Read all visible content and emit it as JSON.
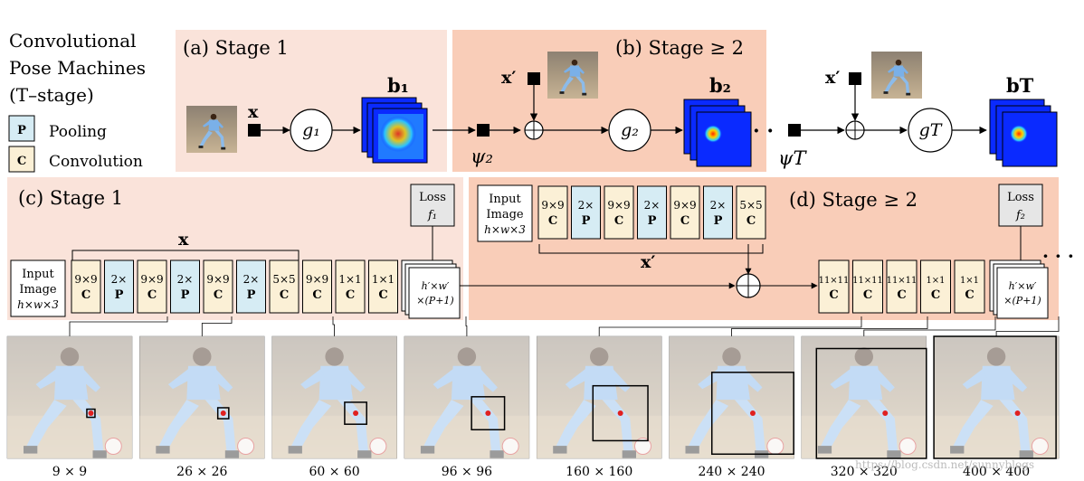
{
  "legend": {
    "title_lines": [
      "Convolutional",
      "Pose Machines",
      "(T–stage)"
    ],
    "pooling_letter": "P",
    "pooling_label": "Pooling",
    "conv_letter": "C",
    "conv_label": "Convolution"
  },
  "panel_a": {
    "title": "(a) Stage 1",
    "x_label": "x",
    "g_label": "g₁",
    "b_label": "b₁"
  },
  "panel_b": {
    "title": "(b) Stage ≥ 2",
    "xprime_label": "x′",
    "psi_label": "ψ₂",
    "g_label": "g₂",
    "b_label": "b₂",
    "dots": "· ·"
  },
  "panel_T": {
    "xprime_label": "x′",
    "psi_label": "ψT",
    "g_label": "gT",
    "b_label": "bT"
  },
  "panel_c": {
    "title": "(c) Stage 1",
    "x_label": "x",
    "input_lines": [
      "Input",
      "Image",
      "h×w×3"
    ],
    "layers": [
      {
        "size": "9×9",
        "type": "C"
      },
      {
        "size": "2×",
        "type": "P"
      },
      {
        "size": "9×9",
        "type": "C"
      },
      {
        "size": "2×",
        "type": "P"
      },
      {
        "size": "9×9",
        "type": "C"
      },
      {
        "size": "2×",
        "type": "P"
      },
      {
        "size": "5×5",
        "type": "C"
      },
      {
        "size": "9×9",
        "type": "C"
      },
      {
        "size": "1×1",
        "type": "C"
      },
      {
        "size": "1×1",
        "type": "C"
      }
    ],
    "loss_lines": [
      "Loss",
      "f₁"
    ],
    "output_lines": [
      "h′×w′",
      "×(P+1)"
    ]
  },
  "panel_d": {
    "title": "(d) Stage ≥ 2",
    "xprime_label": "x′",
    "input_lines": [
      "Input",
      "Image",
      "h×w×3"
    ],
    "feature_layers": [
      {
        "size": "9×9",
        "type": "C"
      },
      {
        "size": "2×",
        "type": "P"
      },
      {
        "size": "9×9",
        "type": "C"
      },
      {
        "size": "2×",
        "type": "P"
      },
      {
        "size": "9×9",
        "type": "C"
      },
      {
        "size": "2×",
        "type": "P"
      },
      {
        "size": "5×5",
        "type": "C"
      }
    ],
    "stage_layers": [
      {
        "size": "11×11",
        "type": "C"
      },
      {
        "size": "11×11",
        "type": "C"
      },
      {
        "size": "11×11",
        "type": "C"
      },
      {
        "size": "1×1",
        "type": "C"
      },
      {
        "size": "1×1",
        "type": "C"
      }
    ],
    "loss_lines": [
      "Loss",
      "f₂"
    ],
    "output_lines": [
      "h′×w′",
      "×(P+1)"
    ],
    "dots": "· · ·"
  },
  "receptive_fields": [
    "9 × 9",
    "26 × 26",
    "60 × 60",
    "96 × 96",
    "160 × 160",
    "240 × 240",
    "320 × 320",
    "400 × 400"
  ],
  "receptive_field_fractions": [
    0.06,
    0.09,
    0.18,
    0.27,
    0.45,
    0.67,
    0.9,
    1.0
  ],
  "watermark": "https://blog.csdn.net/sunnyblogs",
  "colors": {
    "stage1_panel": "#fae3da",
    "stage2_panel": "#f9cdb8",
    "pool": "#d6ecf4",
    "conv": "#fbf0d6"
  }
}
